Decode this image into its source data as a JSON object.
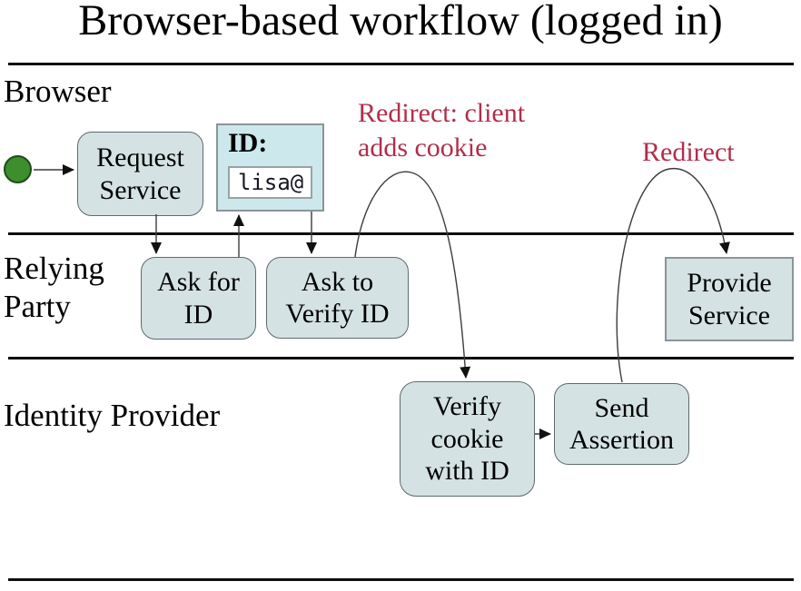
{
  "title": "Browser-based workflow (logged in)",
  "lanes": {
    "browser": "Browser",
    "relying_party": "Relying\nParty",
    "identity_provider": "Identity Provider"
  },
  "nodes": {
    "request_service": "Request\nService",
    "ask_for_id": "Ask for\nID",
    "ask_to_verify_id": "Ask to\nVerify ID",
    "verify_cookie_with_id": "Verify\ncookie\nwith ID",
    "send_assertion": "Send\nAssertion",
    "provide_service": "Provide\nService"
  },
  "id_form": {
    "label": "ID:",
    "input_value": "lisa@"
  },
  "annotations": {
    "redirect_client_adds_cookie": "Redirect: client\nadds cookie",
    "redirect": "Redirect"
  },
  "colors": {
    "node_fill": "#d5e2e3",
    "node_border": "#5f6a6b",
    "id_box_fill": "#cde8ec",
    "id_box_border": "#8a9598",
    "annotation_red": "#b22d4b",
    "start_green": "#3d8e2d",
    "connector": "#3c3c3c"
  }
}
